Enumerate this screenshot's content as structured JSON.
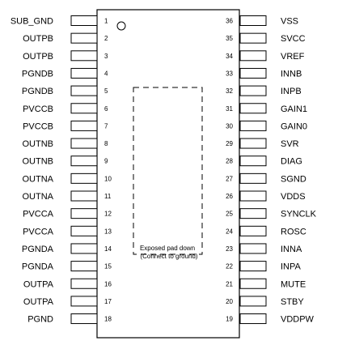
{
  "package": {
    "exposed_pad_label": "Exposed pad down",
    "exposed_pad_note": "(Connect to ground)"
  },
  "pins_left": [
    {
      "number": "1",
      "name": "SUB_GND"
    },
    {
      "number": "2",
      "name": "OUTPB"
    },
    {
      "number": "3",
      "name": "OUTPB"
    },
    {
      "number": "4",
      "name": "PGNDB"
    },
    {
      "number": "5",
      "name": "PGNDB"
    },
    {
      "number": "6",
      "name": "PVCCB"
    },
    {
      "number": "7",
      "name": "PVCCB"
    },
    {
      "number": "8",
      "name": "OUTNB"
    },
    {
      "number": "9",
      "name": "OUTNB"
    },
    {
      "number": "10",
      "name": "OUTNA"
    },
    {
      "number": "11",
      "name": "OUTNA"
    },
    {
      "number": "12",
      "name": "PVCCA"
    },
    {
      "number": "13",
      "name": "PVCCA"
    },
    {
      "number": "14",
      "name": "PGNDA"
    },
    {
      "number": "15",
      "name": "PGNDA"
    },
    {
      "number": "16",
      "name": "OUTPA"
    },
    {
      "number": "17",
      "name": "OUTPA"
    },
    {
      "number": "18",
      "name": "PGND"
    }
  ],
  "pins_right": [
    {
      "number": "36",
      "name": "VSS"
    },
    {
      "number": "35",
      "name": "SVCC"
    },
    {
      "number": "34",
      "name": "VREF"
    },
    {
      "number": "33",
      "name": "INNB"
    },
    {
      "number": "32",
      "name": "INPB"
    },
    {
      "number": "31",
      "name": "GAIN1"
    },
    {
      "number": "30",
      "name": "GAIN0"
    },
    {
      "number": "29",
      "name": "SVR"
    },
    {
      "number": "28",
      "name": "DIAG"
    },
    {
      "number": "27",
      "name": "SGND"
    },
    {
      "number": "26",
      "name": "VDDS"
    },
    {
      "number": "25",
      "name": "SYNCLK"
    },
    {
      "number": "24",
      "name": "ROSC"
    },
    {
      "number": "23",
      "name": "INNA"
    },
    {
      "number": "22",
      "name": "INPA"
    },
    {
      "number": "21",
      "name": "MUTE"
    },
    {
      "number": "20",
      "name": "STBY"
    },
    {
      "number": "19",
      "name": "VDDPW"
    }
  ]
}
